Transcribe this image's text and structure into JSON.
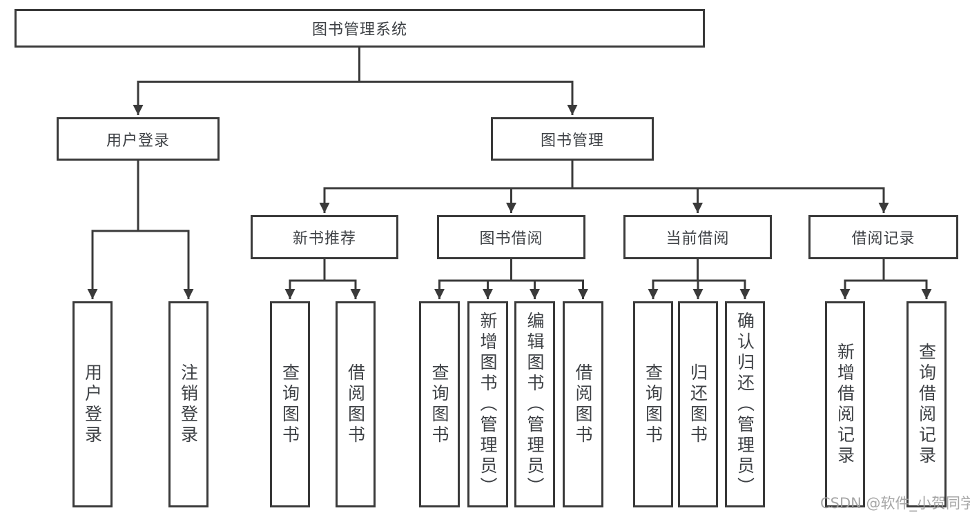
{
  "diagram_type": "hierarchy-tree",
  "colors": {
    "line": "#3a3a3a",
    "box_border": "#3a3a3a",
    "box_fill": "#ffffff",
    "text": "#3e4145",
    "watermark_text": "#9e9e9e",
    "background": "#ffffff"
  },
  "tree": {
    "label": "图书管理系统",
    "children": [
      {
        "label": "用户登录",
        "children": [
          {
            "label": "用户登录"
          },
          {
            "label": "注销登录"
          }
        ]
      },
      {
        "label": "图书管理",
        "children": [
          {
            "label": "新书推荐",
            "children": [
              {
                "label": "查询图书"
              },
              {
                "label": "借阅图书"
              }
            ]
          },
          {
            "label": "图书借阅",
            "children": [
              {
                "label": "查询图书"
              },
              {
                "label": "新增图书（管理员）"
              },
              {
                "label": "编辑图书（管理员）"
              },
              {
                "label": "借阅图书"
              }
            ]
          },
          {
            "label": "当前借阅",
            "children": [
              {
                "label": "查询图书"
              },
              {
                "label": "归还图书"
              },
              {
                "label": "确认归还（管理员）"
              }
            ]
          },
          {
            "label": "借阅记录",
            "children": [
              {
                "label": "新增借阅记录"
              },
              {
                "label": "查询借阅记录"
              }
            ]
          }
        ]
      }
    ]
  },
  "watermark": "CSDN @软件_小贺同学"
}
